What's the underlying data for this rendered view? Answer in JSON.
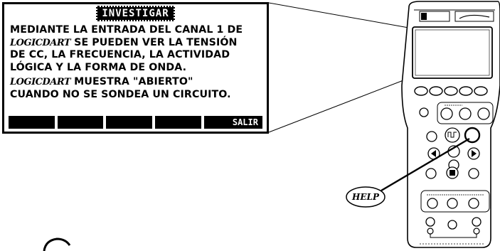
{
  "screen": {
    "title": "INVESTIGAR",
    "line1": "MEDIANTE LA ENTRADA DEL CANAL 1 DE",
    "line2_brand": "LOGICDART",
    "line2_text": " SE PUEDEN VER LA TENSIÓN",
    "line3": "DE CC, LA FRECUENCIA, LA ACTIVIDAD",
    "line4": "LÓGICA Y LA FORMA DE ONDA.",
    "line5_brand": "LOGICDART",
    "line5_text": " MUESTRA \"ABIERTO\"",
    "line6": "CUANDO NO SE SONDEA UN CIRCUITO.",
    "softkeys": [
      "",
      "",
      "",
      "",
      "SALIR"
    ]
  },
  "callout": {
    "help_label": "HELP"
  },
  "device": {
    "brand_left": "",
    "brand_right": ""
  }
}
